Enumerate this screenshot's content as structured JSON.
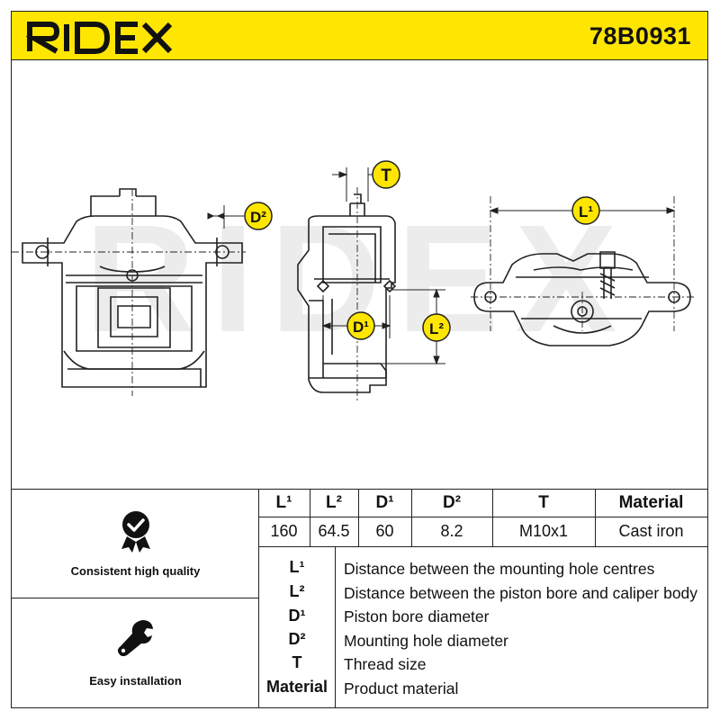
{
  "brand": "RIDEX",
  "part_number": "78B0931",
  "watermark": "RIDEX",
  "drawing_labels": {
    "t": "T",
    "d2": "D²",
    "l1": "L¹",
    "d1": "D¹",
    "l2": "L²"
  },
  "features": [
    {
      "label": "Consistent high quality",
      "icon": "medal-check-icon"
    },
    {
      "label": "Easy installation",
      "icon": "wrench-icon"
    }
  ],
  "spec_table": {
    "headers": [
      "L¹",
      "L²",
      "D¹",
      "D²",
      "T",
      "Material"
    ],
    "values": [
      "160",
      "64.5",
      "60",
      "8.2",
      "M10x1",
      "Cast iron"
    ]
  },
  "legend": [
    {
      "key": "L¹",
      "desc": "Distance between the mounting hole centres"
    },
    {
      "key": "L²",
      "desc": "Distance between the piston bore and caliper body"
    },
    {
      "key": "D¹",
      "desc": "Piston bore diameter"
    },
    {
      "key": "D²",
      "desc": "Mounting hole diameter"
    },
    {
      "key": "T",
      "desc": "Thread size"
    },
    {
      "key": "Material",
      "desc": "Product material"
    }
  ],
  "colors": {
    "header_bg": "#ffe600",
    "badge": "#ffe600",
    "line": "#222222"
  }
}
